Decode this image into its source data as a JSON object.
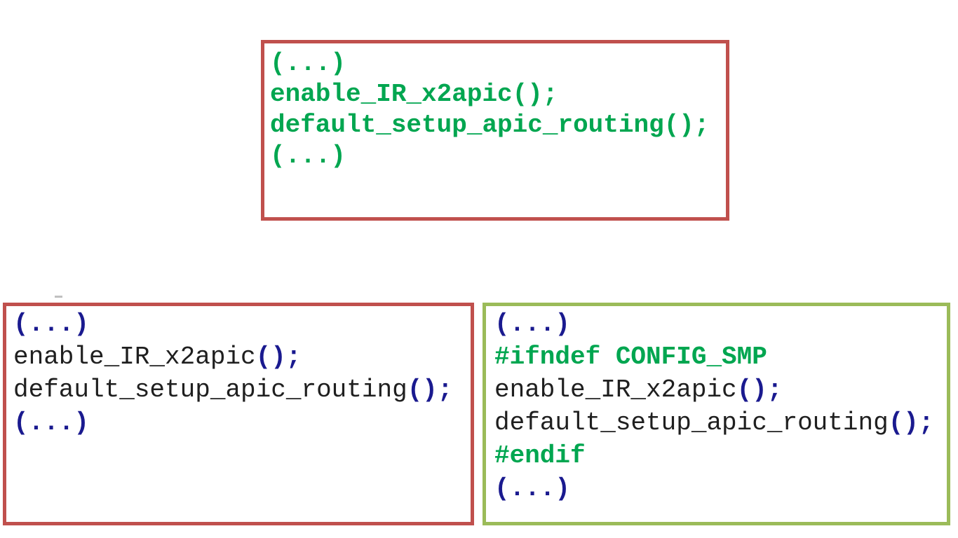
{
  "palette": {
    "background": "#FFFFFF",
    "red_border": "#C0504D",
    "olive_border": "#9BBB59",
    "green_text": "#00A650",
    "navy_text": "#1A1A8F",
    "black_text": "#1F1F1F"
  },
  "boxes": [
    {
      "id": "original-snippet",
      "border_color": "#C0504D",
      "lines": [
        {
          "segments": [
            {
              "text": "(...)",
              "style": "green"
            }
          ]
        },
        {
          "segments": [
            {
              "text": "enable_IR_x2apic();",
              "style": "green"
            }
          ]
        },
        {
          "segments": [
            {
              "text": "default_setup_apic_routing();",
              "style": "green"
            }
          ]
        },
        {
          "segments": [
            {
              "text": "(...)",
              "style": "green"
            }
          ]
        }
      ]
    },
    {
      "id": "before-patch-snippet",
      "border_color": "#C0504D",
      "lines": [
        {
          "segments": [
            {
              "text": "(...)",
              "style": "navy"
            }
          ]
        },
        {
          "segments": [
            {
              "text": "enable_IR_x2apic",
              "style": "black"
            },
            {
              "text": "();",
              "style": "navy"
            }
          ]
        },
        {
          "segments": [
            {
              "text": "default_setup_apic_routing",
              "style": "black"
            },
            {
              "text": "();",
              "style": "navy"
            }
          ]
        },
        {
          "segments": [
            {
              "text": "(...)",
              "style": "navy"
            }
          ]
        }
      ]
    },
    {
      "id": "after-patch-snippet",
      "border_color": "#9BBB59",
      "lines": [
        {
          "segments": [
            {
              "text": "(...)",
              "style": "navy"
            }
          ]
        },
        {
          "segments": [
            {
              "text": "#ifndef CONFIG_SMP",
              "style": "green"
            }
          ]
        },
        {
          "segments": [
            {
              "text": "enable_IR_x2apic",
              "style": "black"
            },
            {
              "text": "();",
              "style": "navy"
            }
          ]
        },
        {
          "segments": [
            {
              "text": "default_setup_apic_routing",
              "style": "black"
            },
            {
              "text": "();",
              "style": "navy"
            }
          ]
        },
        {
          "segments": [
            {
              "text": "#endif",
              "style": "green"
            }
          ]
        },
        {
          "segments": [
            {
              "text": "(...)",
              "style": "navy"
            }
          ]
        }
      ]
    }
  ]
}
